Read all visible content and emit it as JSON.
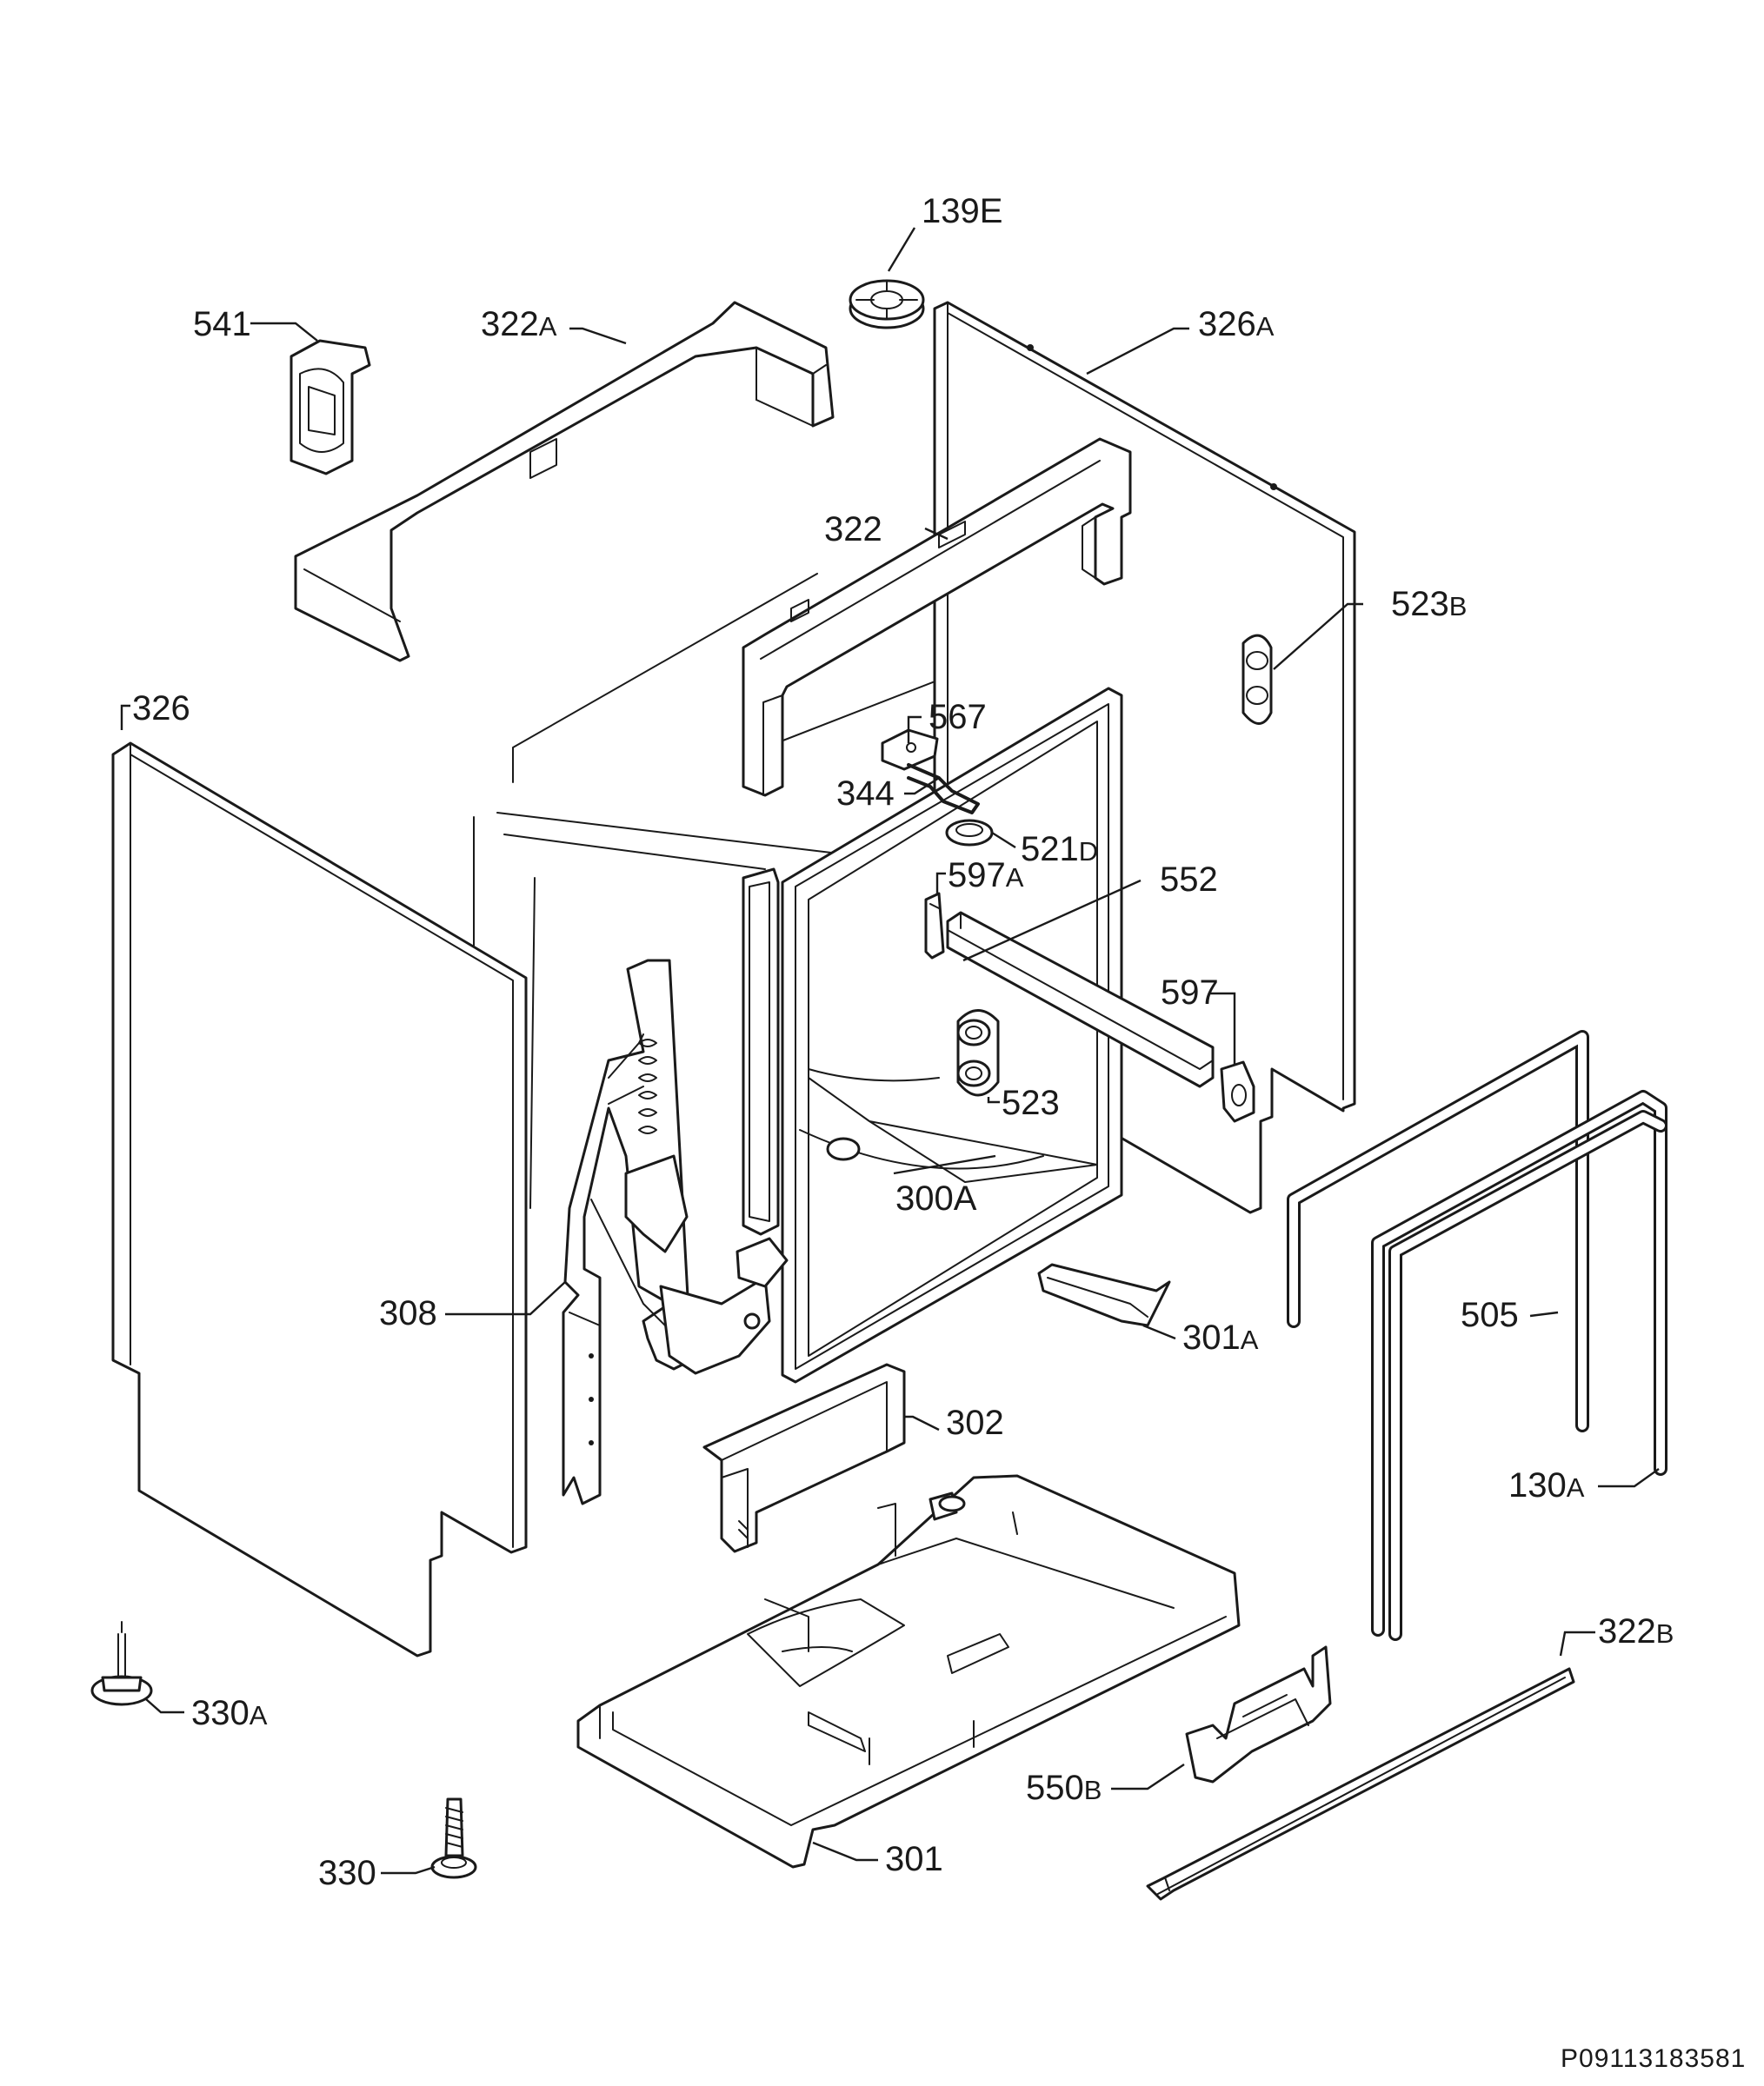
{
  "document_id": "P09113183581",
  "callouts": [
    {
      "id": "139E",
      "num": "139E",
      "suffix": ""
    },
    {
      "id": "541",
      "num": "541",
      "suffix": ""
    },
    {
      "id": "322A",
      "num": "322",
      "suffix": "A"
    },
    {
      "id": "326A",
      "num": "326",
      "suffix": "A"
    },
    {
      "id": "322",
      "num": "322",
      "suffix": ""
    },
    {
      "id": "523B",
      "num": "523",
      "suffix": "B"
    },
    {
      "id": "326",
      "num": "326",
      "suffix": ""
    },
    {
      "id": "567",
      "num": "567",
      "suffix": ""
    },
    {
      "id": "344",
      "num": "344",
      "suffix": ""
    },
    {
      "id": "521D",
      "num": "521",
      "suffix": "D"
    },
    {
      "id": "597A",
      "num": "597",
      "suffix": "A"
    },
    {
      "id": "552",
      "num": "552",
      "suffix": ""
    },
    {
      "id": "597",
      "num": "597",
      "suffix": ""
    },
    {
      "id": "523",
      "num": "523",
      "suffix": ""
    },
    {
      "id": "300A",
      "num": "300A",
      "suffix": ""
    },
    {
      "id": "308",
      "num": "308",
      "suffix": ""
    },
    {
      "id": "301A",
      "num": "301",
      "suffix": "A"
    },
    {
      "id": "505",
      "num": "505",
      "suffix": ""
    },
    {
      "id": "302",
      "num": "302",
      "suffix": ""
    },
    {
      "id": "130A",
      "num": "130",
      "suffix": "A"
    },
    {
      "id": "322B",
      "num": "322",
      "suffix": "B"
    },
    {
      "id": "330A",
      "num": "330",
      "suffix": "A"
    },
    {
      "id": "550B",
      "num": "550",
      "suffix": "B"
    },
    {
      "id": "330",
      "num": "330",
      "suffix": ""
    },
    {
      "id": "301",
      "num": "301",
      "suffix": ""
    }
  ]
}
